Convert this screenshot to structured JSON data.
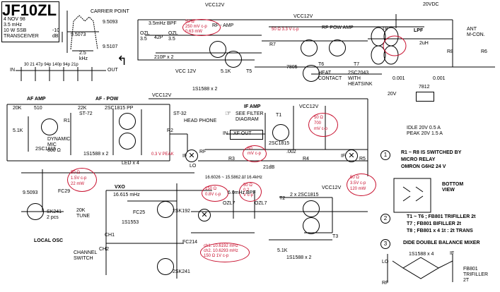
{
  "header": {
    "call": "JF10ZL",
    "date": "4 NOV 98",
    "band": "3.5 mHz",
    "mode": "10 W SSB",
    "type": "TRANSCEIVER"
  },
  "response_plot": {
    "carrier_point": "CARRIER POINT",
    "f_top": "9.5093",
    "f_center": "9.5073",
    "f_right": "9.5107",
    "db": "-10\ndB",
    "bandwidth": "2.5\nkHz"
  },
  "xtal_filter": {
    "in": "IN",
    "out": "OUT",
    "caps": "30 21 47p 94p 140p 94p 21p"
  },
  "top_row": {
    "vcc12_a": "VCC12V",
    "vcc12_b": "VCC12V",
    "dc20": "20VDC",
    "bpf": "3.5mHz BPF",
    "ozl_a": "OZL\n3.5",
    "cap_42p": "42P",
    "ozl_b": "OZL\n3.5",
    "cap_210p": "210P x 2",
    "rf_amp": "RF - AMP",
    "t5": "T5",
    "r7": "R7",
    "rf_pow_amp": "RF POW AMP",
    "t6": "T6",
    "t7": "T7",
    "t8": "T8",
    "lpf": "LPF",
    "ant": "ANT\nM-CON.",
    "r8": "R8",
    "r6": "R6",
    "ic7805": "7805",
    "heat_contact": "HEAT\nCONTACT",
    "sc2043": "2SC2043\nWITH\nHEATSINK",
    "is1588_top": "1S1588 x 2",
    "vcc12_c": "VCC 12V",
    "k51": "5.1K",
    "uh2": "2uH",
    "c0001": "0.001",
    "c0001b": "0.001"
  },
  "red_notes": {
    "rf_amp": "50 Ω\n250 mV c-p\n0.63 mW",
    "pow_amp": "50 Ω 3.3 V c-p",
    "if_amp": "50 Ω\n700\nmV c-p",
    "if_in": "60\nmV c-p",
    "vfo_out": "50 Ω\n1.5V c-p\n22 mW",
    "bpf_in": "150 Ω\n0.8V c-p",
    "bpf_out": "50 Ω\n0.2\nV c-p",
    "mix_out": "50 Ω\n3.5V c-p\n120 mW",
    "vxo_out": "ch1. 10.6192 mHz\nch2. 10.6293 mHz\n150 Ω 1V c-p",
    "peak": "0.3 V PEAK"
  },
  "af": {
    "af_amp": "AF AMP",
    "af_pow": "AF - POW",
    "sc1815": "2SC1815",
    "sc1815pp": "2SC1815 PP",
    "st72": "ST-72",
    "st32": "ST-32",
    "headphone": "HEAD PHONE",
    "dynamic_mic": "DYNAMIC\nMIC\n600 Ω",
    "led": "LED x 4",
    "is1588": "1S1588 x 2",
    "r1": "R1",
    "r2": "R2",
    "k20": "20K",
    "k51": "5.1K",
    "k22": "22K",
    "k510": "510",
    "vcc12": "VCC12V"
  },
  "ic7812": {
    "name": "7812",
    "idle": "IDLE 20V 0.5 A",
    "peak": "PEAK 20V 1.5 A",
    "v20": "20V"
  },
  "if_section": {
    "if_amp": "IF AMP",
    "see_filter": "SEE FILTER\nDIAGRAM",
    "xf_out": "XF  OUT",
    "in": "IN",
    "if": "IF",
    "rf": "RF",
    "lo": "LO",
    "r3": "R3",
    "r4": "R4",
    "r5": "R5",
    "t1": "T1",
    "sc1815": "2SC1815",
    "vcc12": "VCC12V",
    "c002": ".002",
    "label_21dB": "21dB",
    "label_if2": "IF"
  },
  "vfo": {
    "vxo": "VXO",
    "freq": "16.615 mHz",
    "tune": "20K\nTUNE",
    "fc25": "FC25",
    "fc29": "FC29",
    "fc214": "FC214",
    "sk192": "2SK192",
    "sk241": "2SK241",
    "sk241b": "SK241\n2 pcs",
    "local_osc": "LOCAL OSC",
    "channel": "CHANNEL\nSWITCH",
    "ch1": "CH1",
    "ch2": "CH2",
    "x9093": "9.5093",
    "is1553": "1S1553",
    "bpf_freq": "16.6026 ~ 15.5862 Δf 16.4kHz",
    "bpf_label": "6.0mHz BPF",
    "ozl_a": "OZL7",
    "ozl_b": "OZL7",
    "sc1815x2": "2 x 2SC1815",
    "t2": "T2",
    "t3": "T3",
    "is1588": "1S1588 x 2",
    "vcc12": "VCC12V",
    "k51": "5.1K"
  },
  "notes": {
    "n1_mark": "1",
    "n1": "R1 ~ R8 IS SWITCHED BY\nMICRO RELAY\nOMRON G6H2 24 V",
    "bottom_view": "BOTTOM\nVIEW",
    "n2_mark": "2",
    "n2": "T1 ~ T6 ; FB801 TRIFILLER 2t\nT7 ; FB801 BIFILLER 2t\nT8 ; FB801 x 4 1t : 2t TRANS",
    "n3_mark": "3",
    "n3": "DIDE DOUBLE BALANCE MIXER",
    "is1588x4": "1S1588 x 4",
    "lo": "LO",
    "if": "IF",
    "rf": "RF",
    "fb801": "FB801\nTRIFILLER\n2T"
  }
}
